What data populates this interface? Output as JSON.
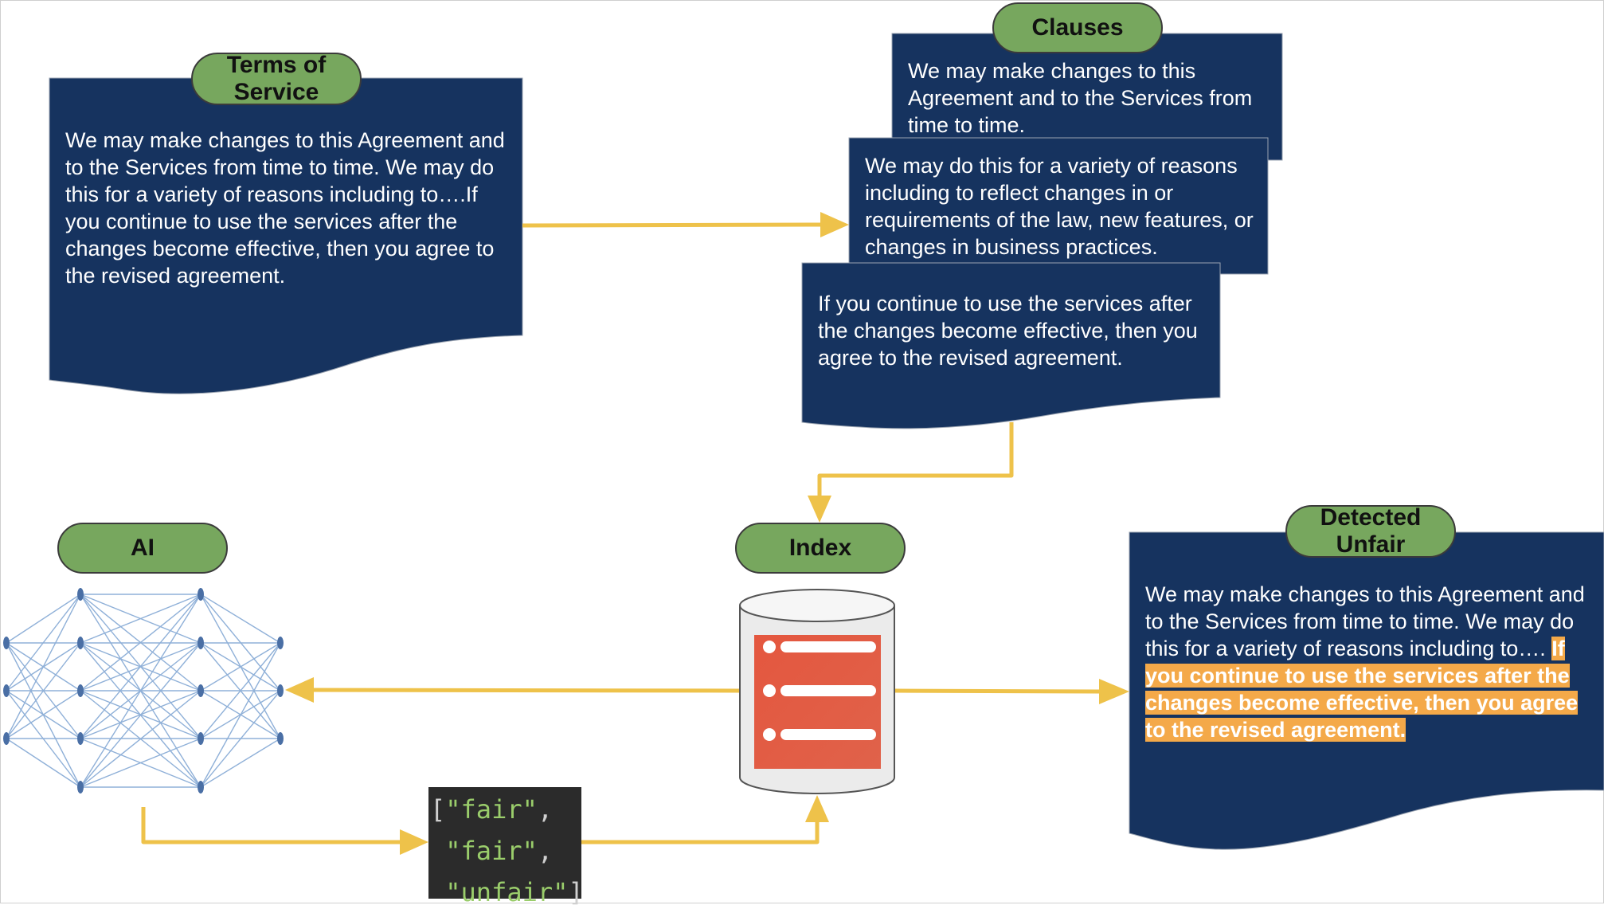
{
  "colors": {
    "doc_fill": "#16335f",
    "pill_fill": "#77a75e",
    "arrow": "#eec24a",
    "highlight": "#f4a949",
    "db_stripe": "#e4573f",
    "code_bg": "#2b2b2b",
    "code_string": "#9acd6b"
  },
  "terms": {
    "label": "Terms of Service",
    "label_lines": [
      "Terms of",
      "Service"
    ],
    "text": "We may make changes to this Agreement and to the Services from time to time. We may do this for a variety of reasons including to….If you continue to use the services after the changes become effective, then you agree to the revised agreement."
  },
  "clauses": {
    "label": "Clauses",
    "items": [
      "We may make changes to this Agreement and to the Services from time to time.",
      "We may do this for a variety of reasons including to reflect changes in or requirements of the law, new features, or changes in business practices.",
      "If you continue to use the services after the changes become effective, then you agree to the revised agreement."
    ]
  },
  "index": {
    "label": "Index",
    "icon": "database-icon"
  },
  "ai": {
    "label": "AI",
    "icon": "neural-network-icon"
  },
  "detected": {
    "label": "Detected Unfair",
    "label_lines": [
      "Detected",
      "Unfair"
    ],
    "text_plain": "We may make changes to this Agreement and to the Services from time to time. We may do this for a variety of reasons including to…. ",
    "text_highlight": "If you continue to use the services after the changes become effective, then you agree to the revised agreement."
  },
  "predictions": {
    "open": "[",
    "close": "]",
    "sep": ",",
    "items": [
      "\"fair\"",
      "\"fair\"",
      "\"unfair\""
    ]
  }
}
